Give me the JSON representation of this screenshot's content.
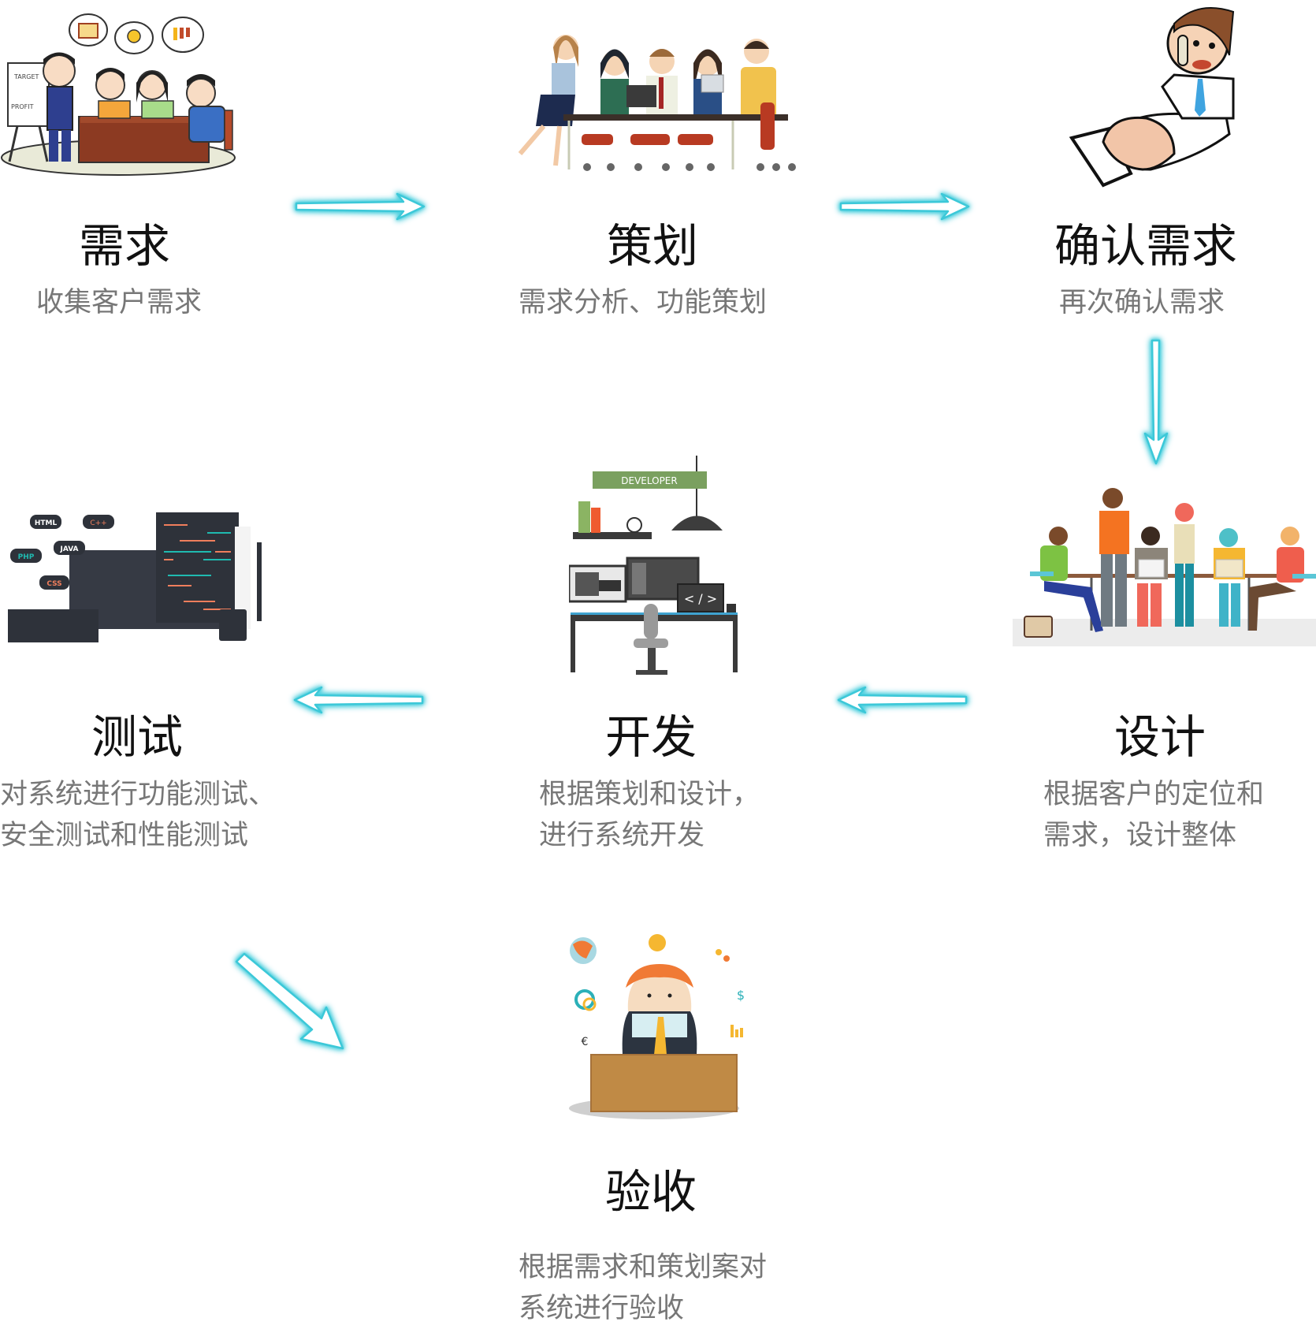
{
  "diagram": {
    "type": "process-flow",
    "colors": {
      "title": "#111111",
      "description": "#777777",
      "arrow_glow": "#3cc8d8"
    },
    "steps": [
      {
        "id": "requirements",
        "title": "需求",
        "description": [
          "收集客户需求"
        ],
        "illustration": "team-meeting-whiteboard"
      },
      {
        "id": "planning",
        "title": "策划",
        "description": [
          "需求分析、功能策划"
        ],
        "illustration": "office-team-table"
      },
      {
        "id": "confirm",
        "title": "确认需求",
        "description": [
          "再次确认需求"
        ],
        "illustration": "businessman-phone-handing-document"
      },
      {
        "id": "design",
        "title": "设计",
        "description": [
          "根据客户的定位和",
          "需求，设计整体"
        ],
        "illustration": "designers-team-laptops"
      },
      {
        "id": "development",
        "title": "开发",
        "description": [
          "根据策划和设计，",
          "进行系统开发"
        ],
        "illustration": "developer-desk",
        "sign_text": "DEVELOPER",
        "code_glyph": "< / >"
      },
      {
        "id": "testing",
        "title": "测试",
        "description": [
          "对系统进行功能测试、",
          "安全测试和性能测试"
        ],
        "illustration": "code-editor-monitor",
        "tags": [
          "HTML",
          "C++",
          "JAVA",
          "PHP",
          "CSS"
        ]
      },
      {
        "id": "acceptance",
        "title": "验收",
        "description": [
          "根据需求和策划案对",
          "系统进行验收"
        ],
        "illustration": "businessman-at-desk-ideas"
      }
    ],
    "arrows": [
      {
        "from": "requirements",
        "to": "planning",
        "direction": "right"
      },
      {
        "from": "planning",
        "to": "confirm",
        "direction": "right"
      },
      {
        "from": "confirm",
        "to": "design",
        "direction": "down"
      },
      {
        "from": "design",
        "to": "development",
        "direction": "left"
      },
      {
        "from": "development",
        "to": "testing",
        "direction": "left"
      },
      {
        "from": "testing",
        "to": "acceptance",
        "direction": "down-right"
      }
    ]
  }
}
